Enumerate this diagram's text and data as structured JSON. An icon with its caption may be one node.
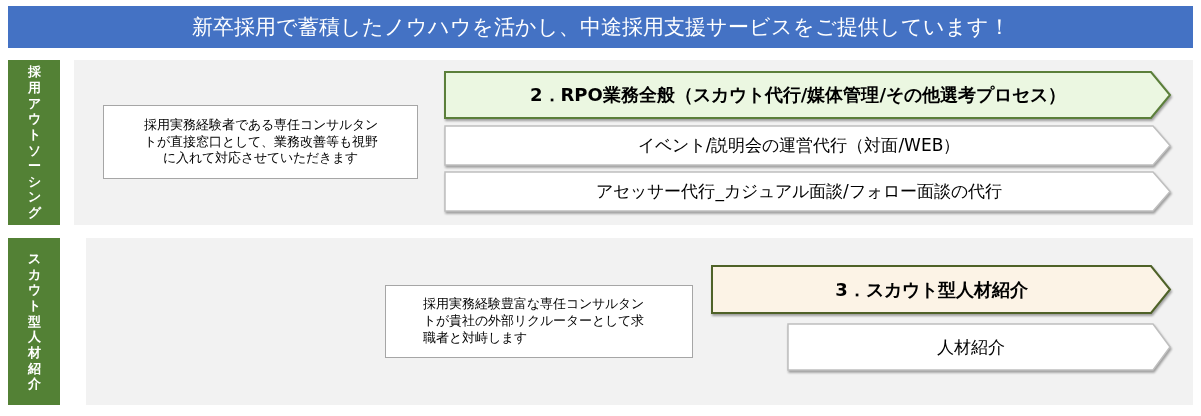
{
  "diagram": {
    "title": "新卒採用で蓄積したノウハウを活かし、中途採用支援サービスをご提供しています！",
    "nodes": [
      {
        "text": [
          "採用アウトソーシング"
        ]
      },
      {
        "text": [],
        "shape": "box"
      },
      {
        "text": [
          "採用実務経験者である専任コンサルタントが直接窓口として、業務改善等も視野に入れて対応させていただきます"
        ],
        "in": 1
      },
      {
        "text": [
          "2．RPO業務全般（スカウト代行/媒体管理/その他選考プロセス）"
        ],
        "in": 1
      },
      {
        "text": [
          "イベント/説明会の運営代行（対面/WEB）"
        ],
        "in": 1
      },
      {
        "text": [
          "アセッサー代行_カジュアル面談/フォロー面談の代行"
        ],
        "in": 1
      },
      {
        "text": [
          "スカウト型人材紹介"
        ]
      },
      {
        "text": [],
        "shape": "box"
      },
      {
        "text": [
          "採用実務経験豊富な専任コンサルタントが貴社の外部リクルーターとして求職者と対峙します"
        ],
        "in": 7
      },
      {
        "text": [
          "3．スカウト型人材紹介"
        ],
        "in": 7
      },
      {
        "text": [
          "人材紹介"
        ],
        "in": 7
      }
    ]
  }
}
